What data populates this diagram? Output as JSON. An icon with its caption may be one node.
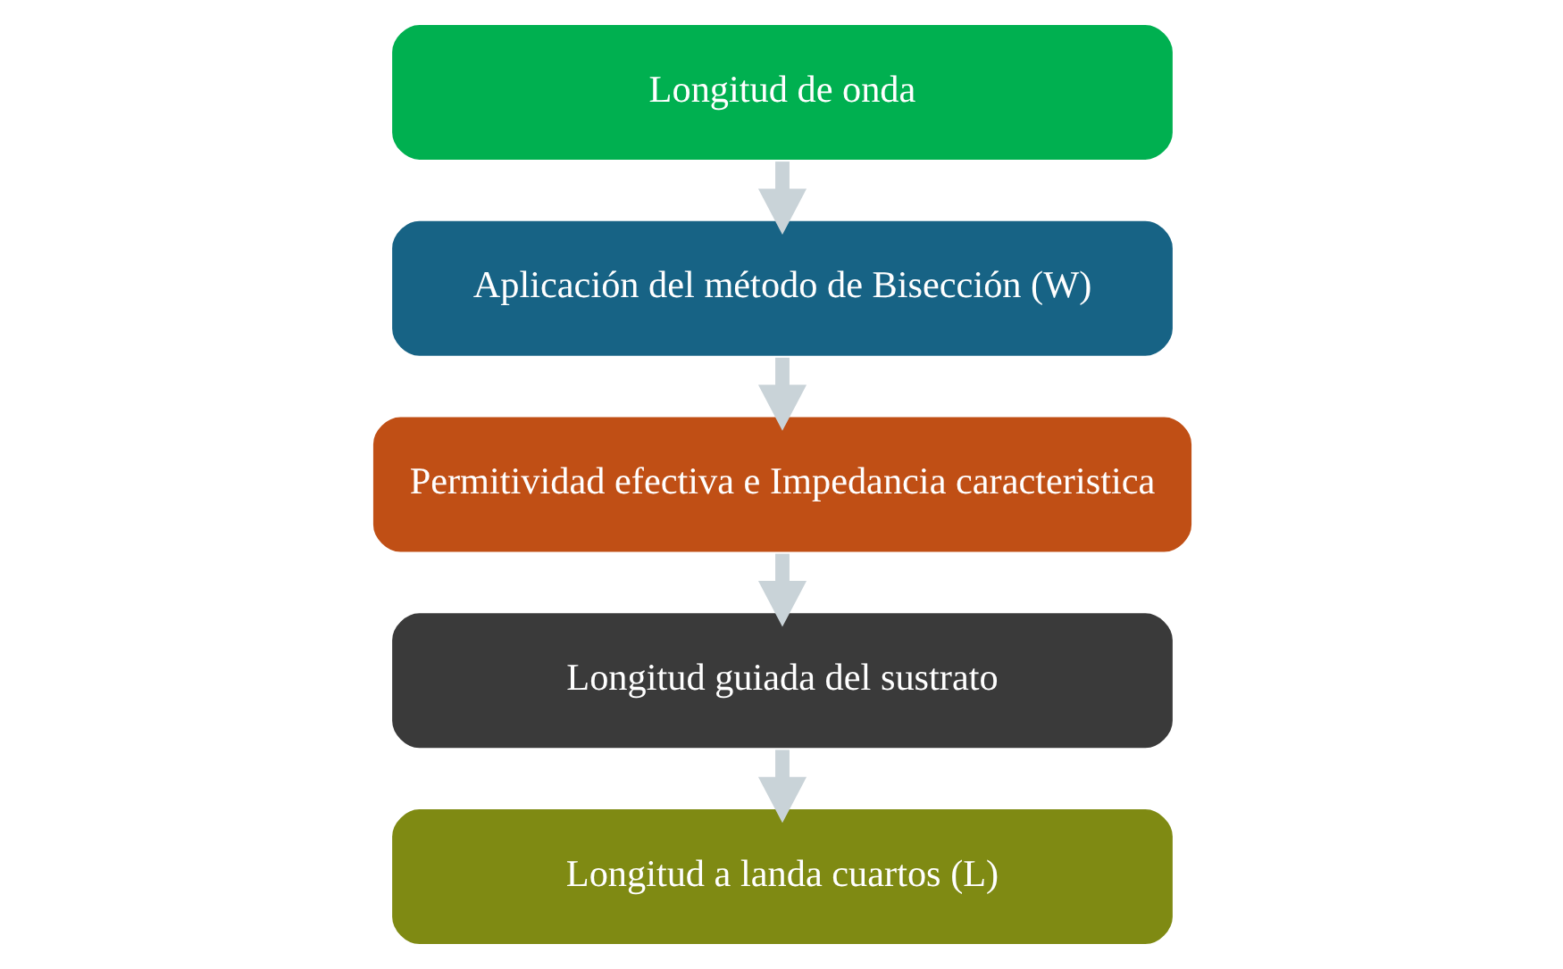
{
  "diagram": {
    "nodes": [
      {
        "text": [
          "Longitud de onda"
        ]
      },
      {
        "text": [
          "Aplicación del método de Bisección (W)"
        ]
      },
      {
        "text": [
          "Permitividad efectiva e Impedancia caracteristica"
        ]
      },
      {
        "text": [
          "Longitud guiada del sustrato"
        ]
      },
      {
        "text": [
          "Longitud a landa cuartos (L)"
        ]
      }
    ],
    "edges": [
      {
        "from": 0,
        "to": 1,
        "arrow": "to"
      },
      {
        "from": 1,
        "to": 2,
        "arrow": "to"
      },
      {
        "from": 2,
        "to": 3,
        "arrow": "to"
      },
      {
        "from": 3,
        "to": 4,
        "arrow": "to"
      }
    ]
  }
}
